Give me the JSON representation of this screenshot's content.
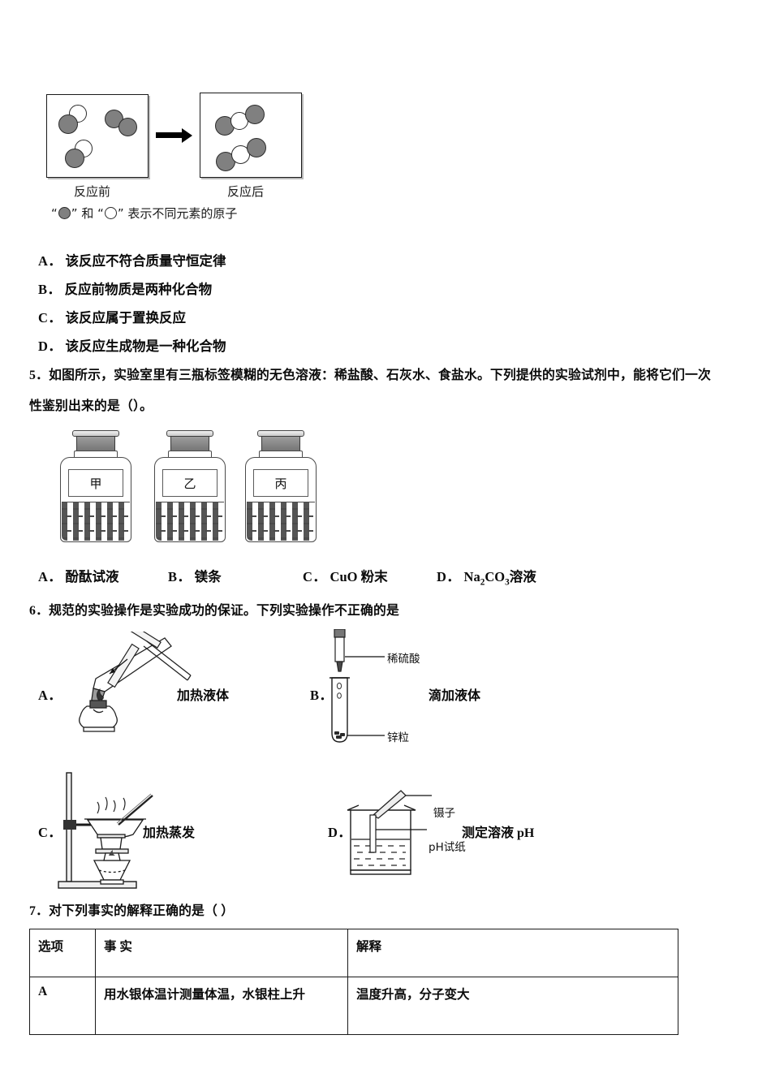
{
  "document": {
    "type": "chemistry-exam-page",
    "language": "zh-CN"
  },
  "q4": {
    "figure": {
      "before_label": "反应前",
      "after_label": "反应后",
      "legend": {
        "prefix": "“",
        "mid": "” 和 “",
        "suffix": "” 表示不同元素的原子",
        "full": "“●”和“○”表示不同元素的原子"
      },
      "before_molecules": [
        {
          "name": "dark-light-pair-1",
          "atoms": [
            "dark",
            "light"
          ]
        },
        {
          "name": "dark-dark-pair",
          "atoms": [
            "dark",
            "dark"
          ]
        },
        {
          "name": "dark-light-pair-2",
          "atoms": [
            "dark",
            "light"
          ]
        }
      ],
      "after_molecules": [
        {
          "name": "dark-light-dark-triple-1",
          "atoms": [
            "dark",
            "light",
            "dark"
          ]
        },
        {
          "name": "dark-light-dark-triple-2",
          "atoms": [
            "dark",
            "light",
            "dark"
          ]
        }
      ],
      "arrow": "rightwards-arrow"
    },
    "options": [
      {
        "letter": "A．",
        "text": "该反应不符合质量守恒定律"
      },
      {
        "letter": "B．",
        "text": "反应前物质是两种化合物"
      },
      {
        "letter": "C．",
        "text": "该反应属于置换反应"
      },
      {
        "letter": "D．",
        "text": "该反应生成物是一种化合物"
      }
    ]
  },
  "q5": {
    "stem_line1": "5．如图所示，实验室里有三瓶标签模糊的无色溶液：稀盐酸、石灰水、食盐水。下列提供的实验试剂中，能将它们一次",
    "stem_line2": "性鉴别出来的是（）。",
    "bottles": [
      {
        "label": "甲"
      },
      {
        "label": "乙"
      },
      {
        "label": "丙"
      }
    ],
    "options": [
      {
        "letter": "A．",
        "text": "酚酞试液"
      },
      {
        "letter": "B．",
        "text": "镁条"
      },
      {
        "letter": "C．",
        "text": "CuO 粉末"
      },
      {
        "letter": "D．",
        "text": "Na2CO3溶液",
        "formula_parts": [
          "Na",
          "2",
          "CO",
          "3",
          "溶液"
        ]
      }
    ]
  },
  "q6": {
    "stem": "6．规范的实验操作是实验成功的保证。下列实验操作不正确的是",
    "options": [
      {
        "letter": "A．",
        "caption": "加热液体",
        "apparatus": "test-tube-over-alcohol-lamp",
        "callouts": []
      },
      {
        "letter": "B．",
        "caption": "滴加液体",
        "apparatus": "dropper-over-test-tube",
        "callouts": [
          {
            "text": "稀硫酸"
          },
          {
            "text": "锌粒"
          }
        ]
      },
      {
        "letter": "C．",
        "caption": "加热蒸发",
        "apparatus": "evaporating-dish-on-iron-stand",
        "callouts": []
      },
      {
        "letter": "D．",
        "caption": "测定溶液 pH",
        "apparatus": "beaker-with-ph-paper-and-tweezers",
        "callouts": [
          {
            "text": "镊子"
          },
          {
            "text": "pH试纸"
          }
        ]
      }
    ]
  },
  "q7": {
    "stem": "7．对下列事实的解释正确的是（      ）",
    "table": {
      "headers": [
        "选项",
        "事  实",
        "解释"
      ],
      "rows": [
        {
          "option": "A",
          "fact": "用水银体温计测量体温，水银柱上升",
          "explanation": "温度升高，分子变大"
        }
      ]
    }
  },
  "colors": {
    "atom_dark": "#808080",
    "atom_light": "#ffffff",
    "ink": "#0b0b0b",
    "rule": "#1a1a1a"
  }
}
